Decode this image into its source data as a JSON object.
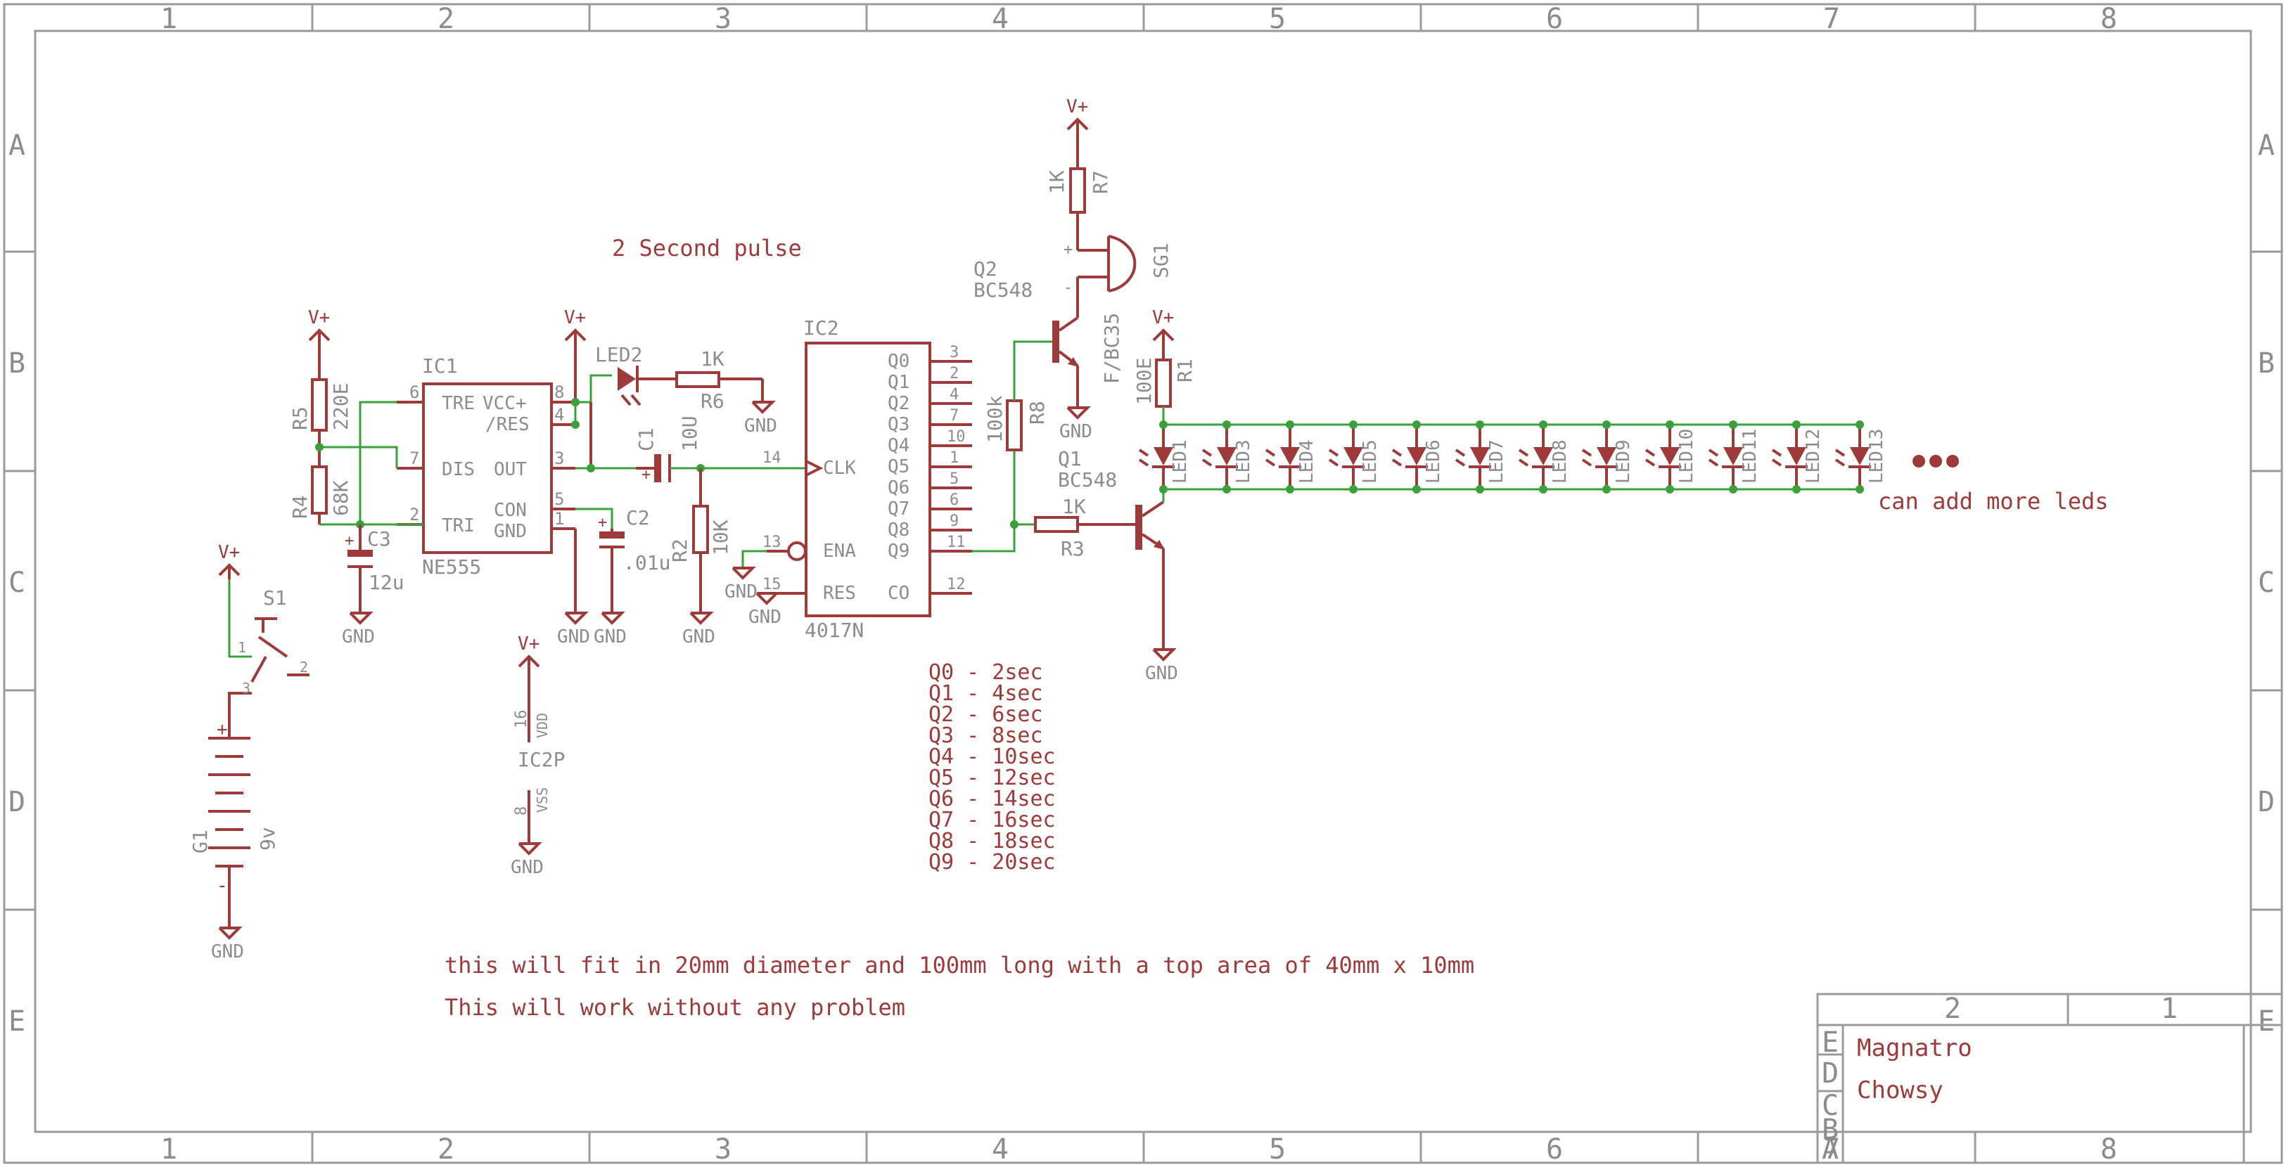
{
  "frame": {
    "columns": [
      "1",
      "2",
      "3",
      "4",
      "5",
      "6",
      "7",
      "8"
    ],
    "rows": [
      "A",
      "B",
      "C",
      "D",
      "E"
    ]
  },
  "title_block": {
    "col_labels": [
      "2",
      "1"
    ],
    "row_labels": [
      "E",
      "D",
      "C",
      "B",
      "A"
    ],
    "line1": "Magnatro",
    "line2": "Chowsy"
  },
  "notes": {
    "pulse": "2 Second pulse",
    "more_leds": "can add more leds",
    "fit": "this will fit in 20mm diameter and 100mm long with a top area of 40mm x 10mm",
    "work": "This will work without any problem"
  },
  "power": {
    "vplus": "V+",
    "gnd": "GND"
  },
  "ic1": {
    "ref": "IC1",
    "value": "NE555",
    "pins": {
      "p6": "6",
      "p7": "7",
      "p2": "2",
      "p8": "8",
      "p4": "4",
      "p3": "3",
      "p5": "5",
      "p1": "1"
    },
    "labels": {
      "tre": "TRE",
      "dis": "DIS",
      "tri": "TRI",
      "vcc": "VCC+",
      "res": "/RES",
      "out": "OUT",
      "con": "CON",
      "gnd": "GND"
    }
  },
  "ic2": {
    "ref": "IC2",
    "value": "4017N",
    "outputs": [
      {
        "label": "Q0",
        "pin": "3"
      },
      {
        "label": "Q1",
        "pin": "2"
      },
      {
        "label": "Q2",
        "pin": "4"
      },
      {
        "label": "Q3",
        "pin": "7"
      },
      {
        "label": "Q4",
        "pin": "10"
      },
      {
        "label": "Q5",
        "pin": "1"
      },
      {
        "label": "Q6",
        "pin": "5"
      },
      {
        "label": "Q7",
        "pin": "6"
      },
      {
        "label": "Q8",
        "pin": "9"
      },
      {
        "label": "Q9",
        "pin": "11"
      }
    ],
    "clk": {
      "label": "CLK",
      "pin": "14"
    },
    "ena": {
      "label": "ENA",
      "pin": "13"
    },
    "res": {
      "label": "RES",
      "pin": "15"
    },
    "co": {
      "label": "CO",
      "pin": "12"
    }
  },
  "ic2p": {
    "ref": "IC2P",
    "vdd": "VDD",
    "vdd_pin": "16",
    "vss": "VSS",
    "vss_pin": "8"
  },
  "parts": {
    "r5": {
      "ref": "R5",
      "value": "220E"
    },
    "r4": {
      "ref": "R4",
      "value": "68K"
    },
    "c3": {
      "ref": "C3",
      "value": "12u"
    },
    "c2": {
      "ref": "C2",
      "value": ".01u"
    },
    "c1": {
      "ref": "C1",
      "value": "10U"
    },
    "r2": {
      "ref": "R2",
      "value": "10K"
    },
    "led2": {
      "ref": "LED2"
    },
    "r6": {
      "ref": "R6",
      "value": "1K"
    },
    "r8": {
      "ref": "R8",
      "value": "100k"
    },
    "r3": {
      "ref": "R3",
      "value": "1K"
    },
    "q1": {
      "ref": "Q1",
      "value": "BC548"
    },
    "q2": {
      "ref": "Q2",
      "value": "BC548"
    },
    "r7": {
      "ref": "R7",
      "value": "1K"
    },
    "sg1": {
      "ref": "SG1",
      "value": "F/BC35"
    },
    "r1": {
      "ref": "R1",
      "value": "100E"
    },
    "s1": {
      "ref": "S1"
    },
    "g1": {
      "ref": "G1",
      "value": "9v"
    }
  },
  "pin_nums": {
    "one": "1",
    "two": "2",
    "three": "3"
  },
  "leds": [
    "LED1",
    "LED3",
    "LED4",
    "LED5",
    "LED6",
    "LED7",
    "LED8",
    "LED9",
    "LED10",
    "LED11",
    "LED12",
    "LED13"
  ],
  "timing": [
    "Q0 - 2sec",
    "Q1 - 4sec",
    "Q2 - 6sec",
    "Q3 - 8sec",
    "Q4 - 10sec",
    "Q5 - 12sec",
    "Q6 - 14sec",
    "Q7 - 16sec",
    "Q8 - 18sec",
    "Q9 - 20sec"
  ],
  "colors": {
    "wire": "#9e3a3a",
    "net": "#3aa13a",
    "frame": "#9a9a9a",
    "label": "#8c8c8c"
  }
}
